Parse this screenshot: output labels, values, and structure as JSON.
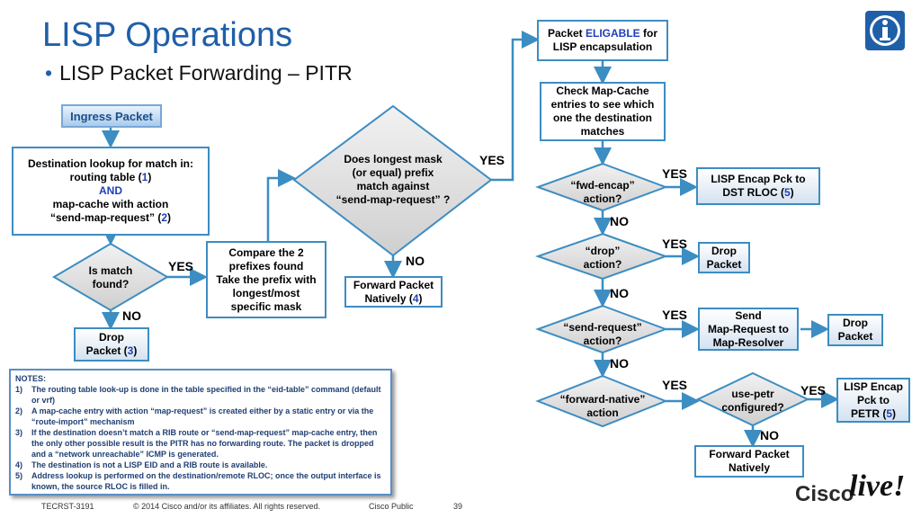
{
  "title": "LISP Operations",
  "subtitle": "LISP Packet Forwarding – PITR",
  "bullet": "•",
  "ingress": "Ingress Packet",
  "dest_lookup": {
    "line1": "Destination lookup for match in:",
    "line2a": "routing table (",
    "line2n": "1",
    "line2b": ")",
    "line3": "AND",
    "line4": "map-cache with action",
    "line5a": "“send-map-request” (",
    "line5n": "2",
    "line5b": ")"
  },
  "is_match": {
    "line1": "Is match",
    "line2": "found?"
  },
  "drop_left": {
    "line1": "Drop",
    "line2a": "Packet (",
    "line2n": "3",
    "line2b": ")"
  },
  "compare": {
    "line1": "Compare the 2",
    "line2": "prefixes found",
    "line3": "Take the prefix with",
    "line4": "longest/most",
    "line5": "specific mask"
  },
  "longest_mask": {
    "line1": "Does longest mask",
    "line2": "(or equal) prefix",
    "line3": "match against",
    "line4": "“send-map-request” ?"
  },
  "forward_native_4": {
    "line1": "Forward Packet",
    "line2a": "Natively (",
    "line2n": "4",
    "line2b": ")"
  },
  "eligable": {
    "line1a": "Packet ",
    "line1b": "ELIGABLE",
    "line1c": " for",
    "line2": "LISP encapsulation"
  },
  "check_map_cache": {
    "line1": "Check Map-Cache",
    "line2": "entries to see which",
    "line3": "one the destination",
    "line4": "matches"
  },
  "fwd_encap": {
    "line1": "“fwd-encap”",
    "line2": "action?"
  },
  "lisp_encap_dst": {
    "line1": "LISP Encap Pck to",
    "line2a": "DST RLOC (",
    "line2n": "5",
    "line2b": ")"
  },
  "drop_q": {
    "line1": "“drop”",
    "line2": "action?"
  },
  "drop_packet_r": {
    "line1": "Drop",
    "line2": "Packet"
  },
  "send_request": {
    "line1": "“send-request”",
    "line2": "action?"
  },
  "send_map_request": {
    "line1": "Send",
    "line2": "Map-Request to",
    "line3": "Map-Resolver"
  },
  "drop_packet_r2": {
    "line1": "Drop",
    "line2": "Packet"
  },
  "forward_native_q": {
    "line1": "“forward-native”",
    "line2": "action"
  },
  "use_petr": {
    "line1": "use-petr",
    "line2": "configured?"
  },
  "lisp_encap_petr": {
    "line1": "LISP Encap",
    "line2": "Pck to",
    "line3a": "PETR (",
    "line3n": "5",
    "line3b": ")"
  },
  "forward_natively": {
    "line1": "Forward Packet",
    "line2": "Natively"
  },
  "labels": {
    "yes": "YES",
    "no": "NO"
  },
  "notes": {
    "heading": "NOTES:",
    "items": [
      {
        "num": "1)",
        "text": "The routing table look-up is done in the table specified in the “eid-table” command (default or vrf)"
      },
      {
        "num": "2)",
        "text": "A map-cache entry with action “map-request” is created either by a static entry or via the “route-import” mechanism"
      },
      {
        "num": "3)",
        "text": "If the destination doesn’t match a RIB route or “send-map-request” map-cache entry, then the only other possible result is the PITR has no forwarding route. The packet is dropped and a “network unreachable” ICMP is generated."
      },
      {
        "num": "4)",
        "text": "The destination is not a LISP EID and a RIB route is available."
      },
      {
        "num": "5)",
        "text": "Address lookup is performed on the destination/remote RLOC; once the output interface is known, the source RLOC is filled in."
      }
    ]
  },
  "footer": {
    "session": "TECRST-3191",
    "copyright": "© 2014 Cisco and/or its affiliates. All rights reserved.",
    "public": "Cisco Public",
    "page": "39"
  },
  "logo": {
    "text1": "Cisco",
    "text2": "live!"
  },
  "icons": {
    "info": "info-icon"
  },
  "colors": {
    "title": "#1f5fa8",
    "arrow": "#3c8dc2",
    "highlight": "#1f3fb8",
    "diamond_fill": "#dcdcdc"
  }
}
